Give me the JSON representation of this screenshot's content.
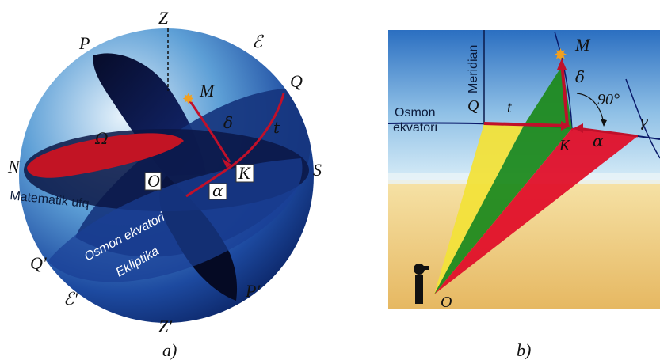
{
  "panel_a": {
    "caption": "a)",
    "labels": {
      "Z": "Z",
      "Z_prime": "Z′",
      "P": "P",
      "P_prime": "P′",
      "Q": "Q",
      "Q_prime": "Q′",
      "N": "N",
      "S": "S",
      "M": "M",
      "O": "O",
      "K": "K",
      "E": "ℰ",
      "E_prime": "ℰ′",
      "alpha": "α",
      "delta": "δ",
      "t": "t",
      "Omega": "Ω"
    },
    "text": {
      "mathematical_horizon": "Matematik ufq",
      "celestial_equator": "Osmon ekvatori",
      "ecliptic": "Ekliptika"
    }
  },
  "panel_b": {
    "caption": "b)",
    "labels": {
      "M": "M",
      "Q": "Q",
      "K": "K",
      "O": "O",
      "t": "t",
      "delta": "δ",
      "alpha": "α",
      "gamma": "γ",
      "right_angle": "90°"
    },
    "text": {
      "meridian": "Meridian",
      "celestial_equator_line1": "Osmon",
      "celestial_equator_line2": "ekvatori"
    },
    "colors": {
      "yellow": "#f2e23a",
      "green": "#1f8a1f",
      "red": "#e0102a",
      "arrow": "#c0102a"
    }
  }
}
